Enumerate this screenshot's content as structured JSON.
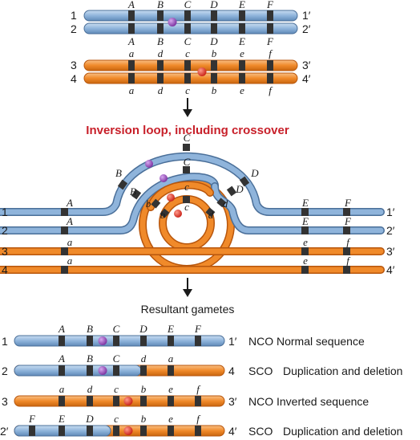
{
  "colors": {
    "blue_fill": "#8fb4db",
    "blue_edge": "#4a6f99",
    "orange_fill": "#f08a2a",
    "orange_edge": "#b8560c",
    "band": "#333333",
    "centromere_purple": "#8a3fae",
    "centromere_red": "#e23a2a",
    "title_red": "#c8202a"
  },
  "top_pair_blue": {
    "left_labels": [
      "1",
      "2"
    ],
    "right_labels": [
      "1′",
      "2′"
    ],
    "gene_labels": [
      "A",
      "B",
      "C",
      "D",
      "E",
      "F"
    ]
  },
  "top_pair_orange": {
    "left_labels": [
      "3",
      "4"
    ],
    "right_labels": [
      "3′",
      "4′"
    ],
    "gene_labels": [
      "a",
      "d",
      "c",
      "b",
      "e",
      "f"
    ]
  },
  "loop_title": "Inversion loop, including crossover",
  "loop": {
    "left_labels": [
      "1",
      "2",
      "3",
      "4"
    ],
    "right_labels": [
      "1′",
      "2′",
      "3′",
      "4′"
    ],
    "labels": {
      "A": "A",
      "B": "B",
      "C": "C",
      "D": "D",
      "E": "E",
      "F": "F",
      "a": "a",
      "b": "b",
      "c": "c",
      "d": "d",
      "e": "e",
      "f": "f"
    }
  },
  "gametes_title": "Resultant gametes",
  "gametes": [
    {
      "left": "1",
      "right": "1′",
      "genes": [
        "A",
        "B",
        "C",
        "D",
        "E",
        "F"
      ],
      "type": "NCO",
      "desc": "Normal sequence"
    },
    {
      "left": "2",
      "right": "4",
      "genes": [
        "A",
        "B",
        "C",
        "d",
        "a"
      ],
      "type": "SCO",
      "desc": "Duplication and deletion"
    },
    {
      "left": "3",
      "right": "3′",
      "genes": [
        "a",
        "d",
        "c",
        "b",
        "e",
        "f"
      ],
      "type": "NCO",
      "desc": "Inverted sequence"
    },
    {
      "left": "2′",
      "right": "4′",
      "genes": [
        "F",
        "E",
        "D",
        "c",
        "b",
        "e",
        "f"
      ],
      "type": "SCO",
      "desc": "Duplication and deletion"
    }
  ]
}
